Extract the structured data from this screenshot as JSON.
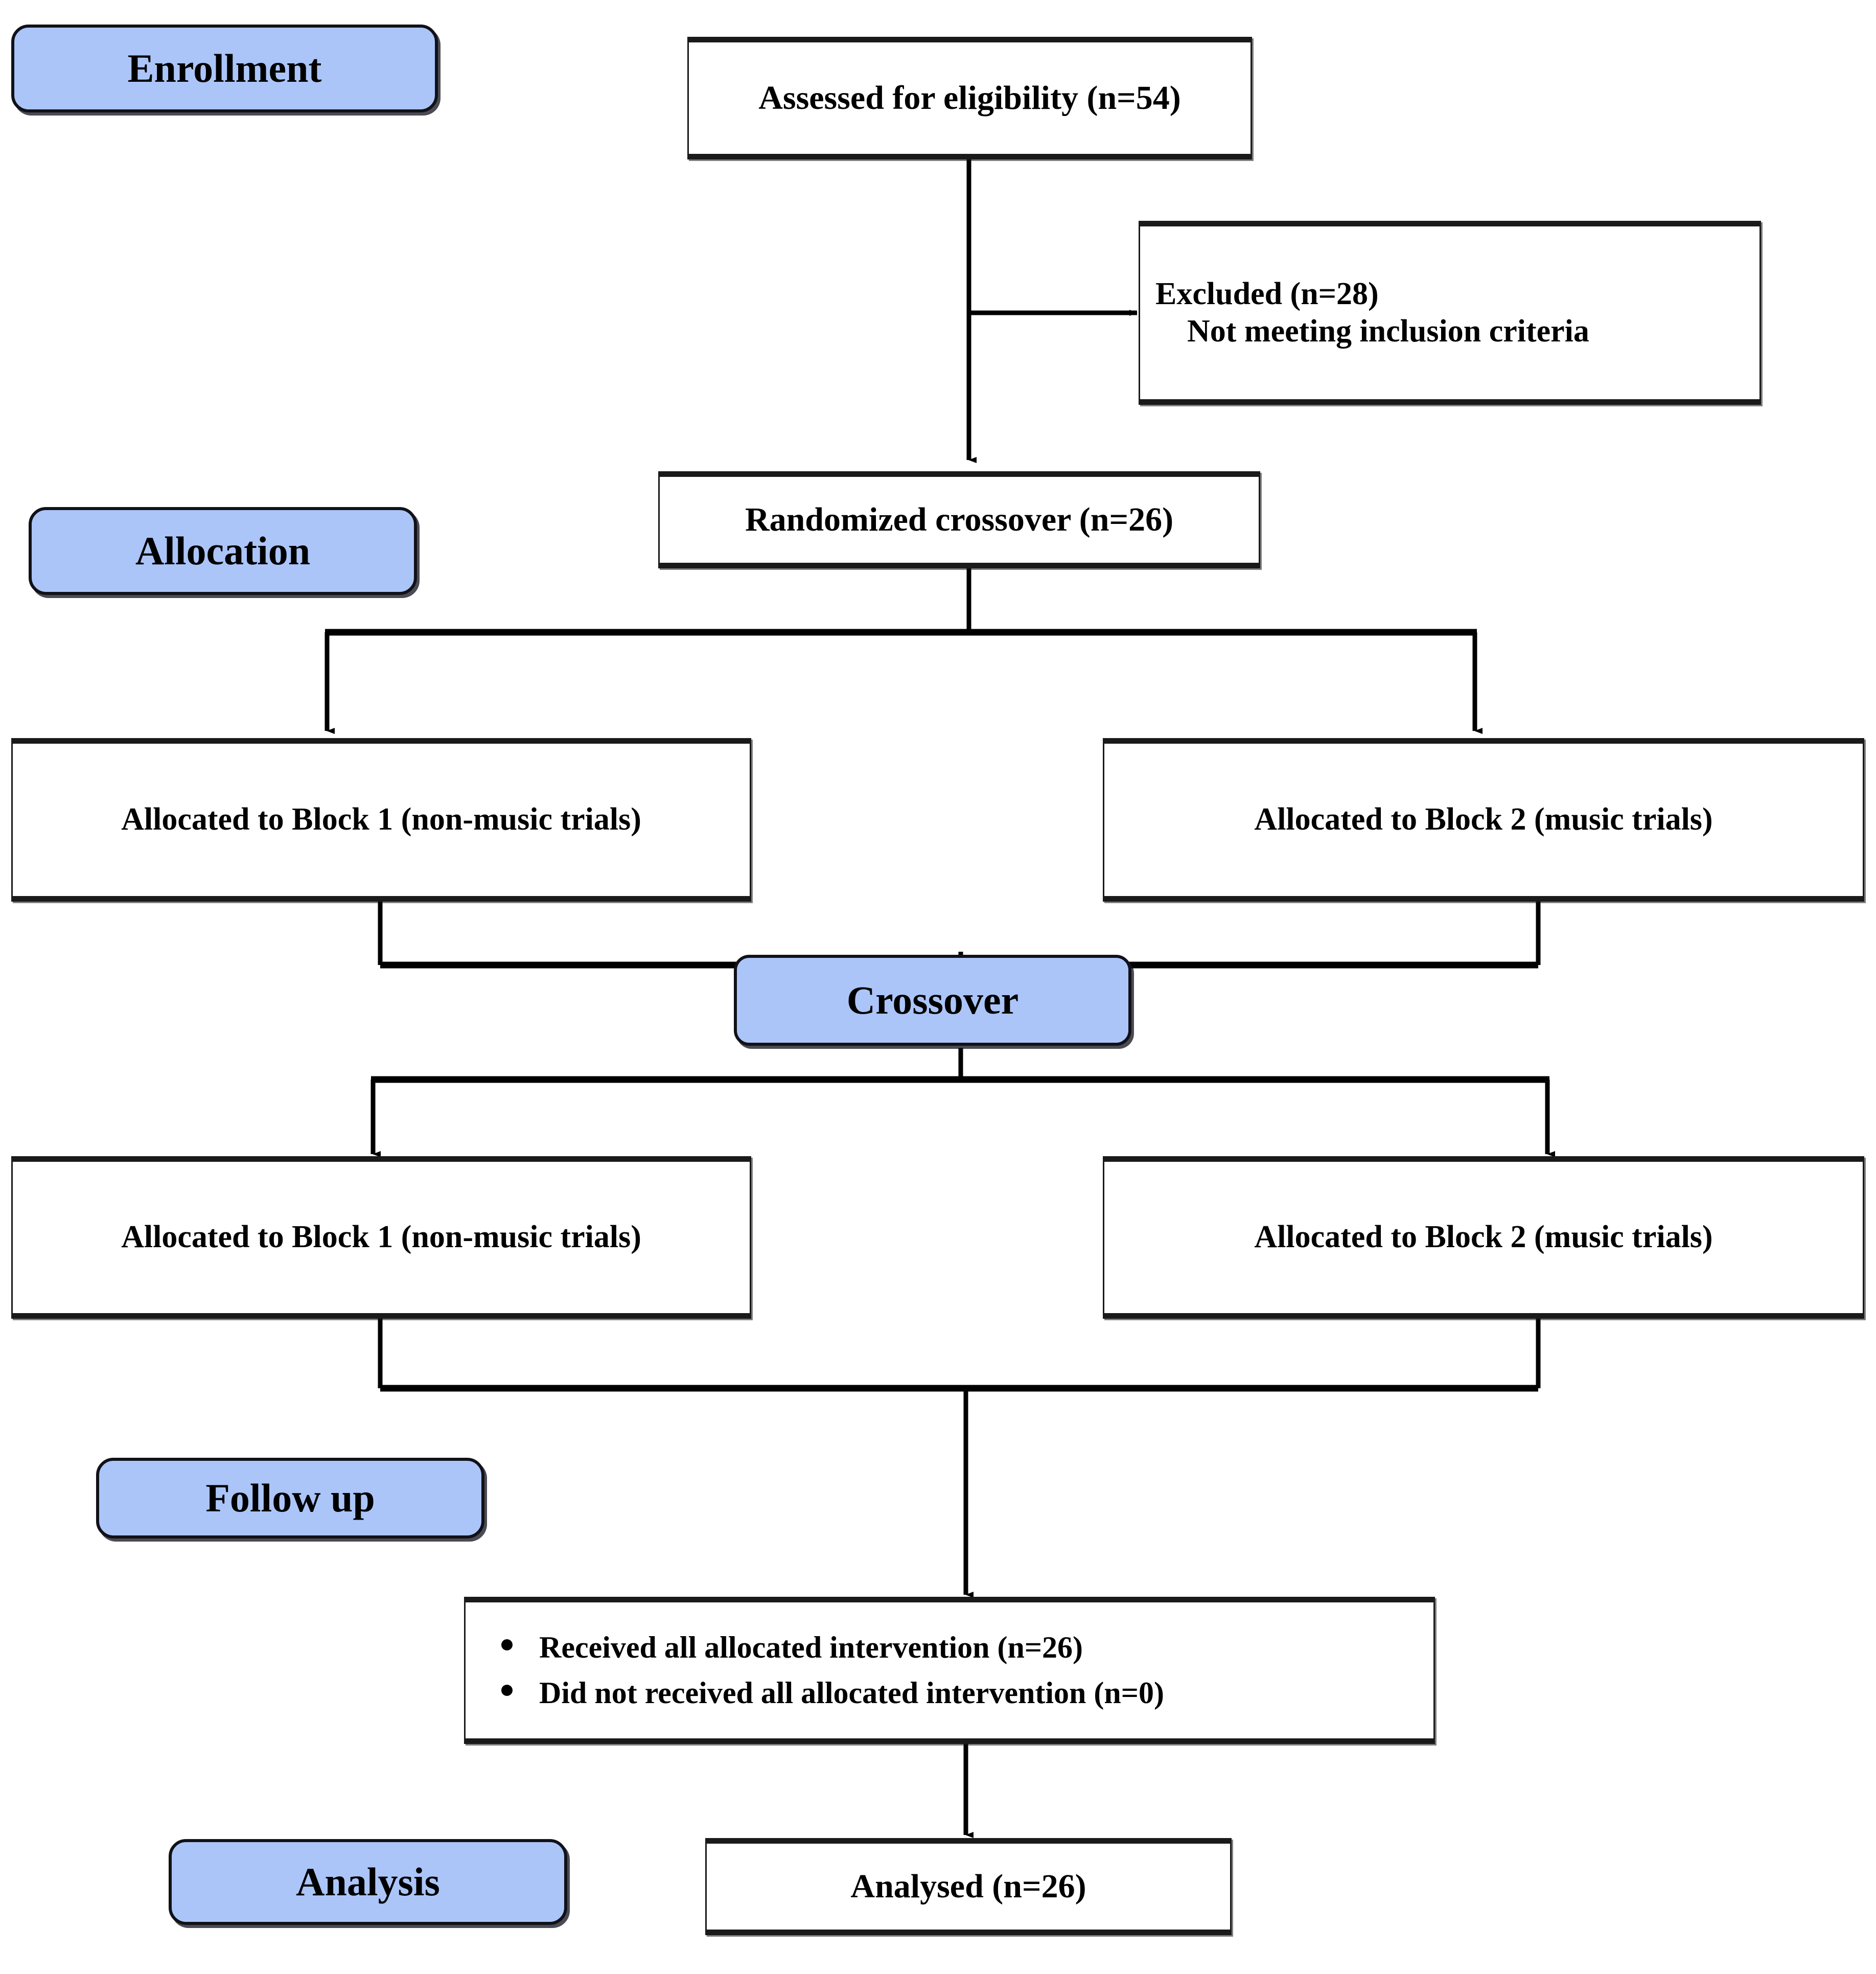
{
  "diagram": {
    "title": "CONSORT randomized crossover trial flow diagram",
    "accent_blue": "#abc5f9",
    "line_color": "#000000"
  },
  "stages": {
    "enrollment": "Enrollment",
    "allocation": "Allocation",
    "crossover": "Crossover",
    "follow_up": "Follow up",
    "analysis": "Analysis"
  },
  "nodes": {
    "assessed": "Assessed for eligibility (n=54)",
    "excluded_title": "Excluded (n=28)",
    "excluded_reason": "Not meeting inclusion criteria",
    "randomized": "Randomized crossover (n=26)",
    "block1_first": "Allocated to Block 1 (non-music trials)",
    "block2_first": "Allocated to Block 2 (music trials)",
    "block1_second": "Allocated to Block 1 (non-music trials)",
    "block2_second": "Allocated to Block 2 (music trials)",
    "followup_items": [
      "Received all allocated intervention (n=26)",
      "Did not received all allocated intervention (n=0)"
    ],
    "analysed": "Analysed (n=26)"
  },
  "counts": {
    "assessed_n": 54,
    "excluded_n": 28,
    "randomized_n": 26,
    "received_all_n": 26,
    "did_not_receive_all_n": 0,
    "analysed_n": 26
  }
}
